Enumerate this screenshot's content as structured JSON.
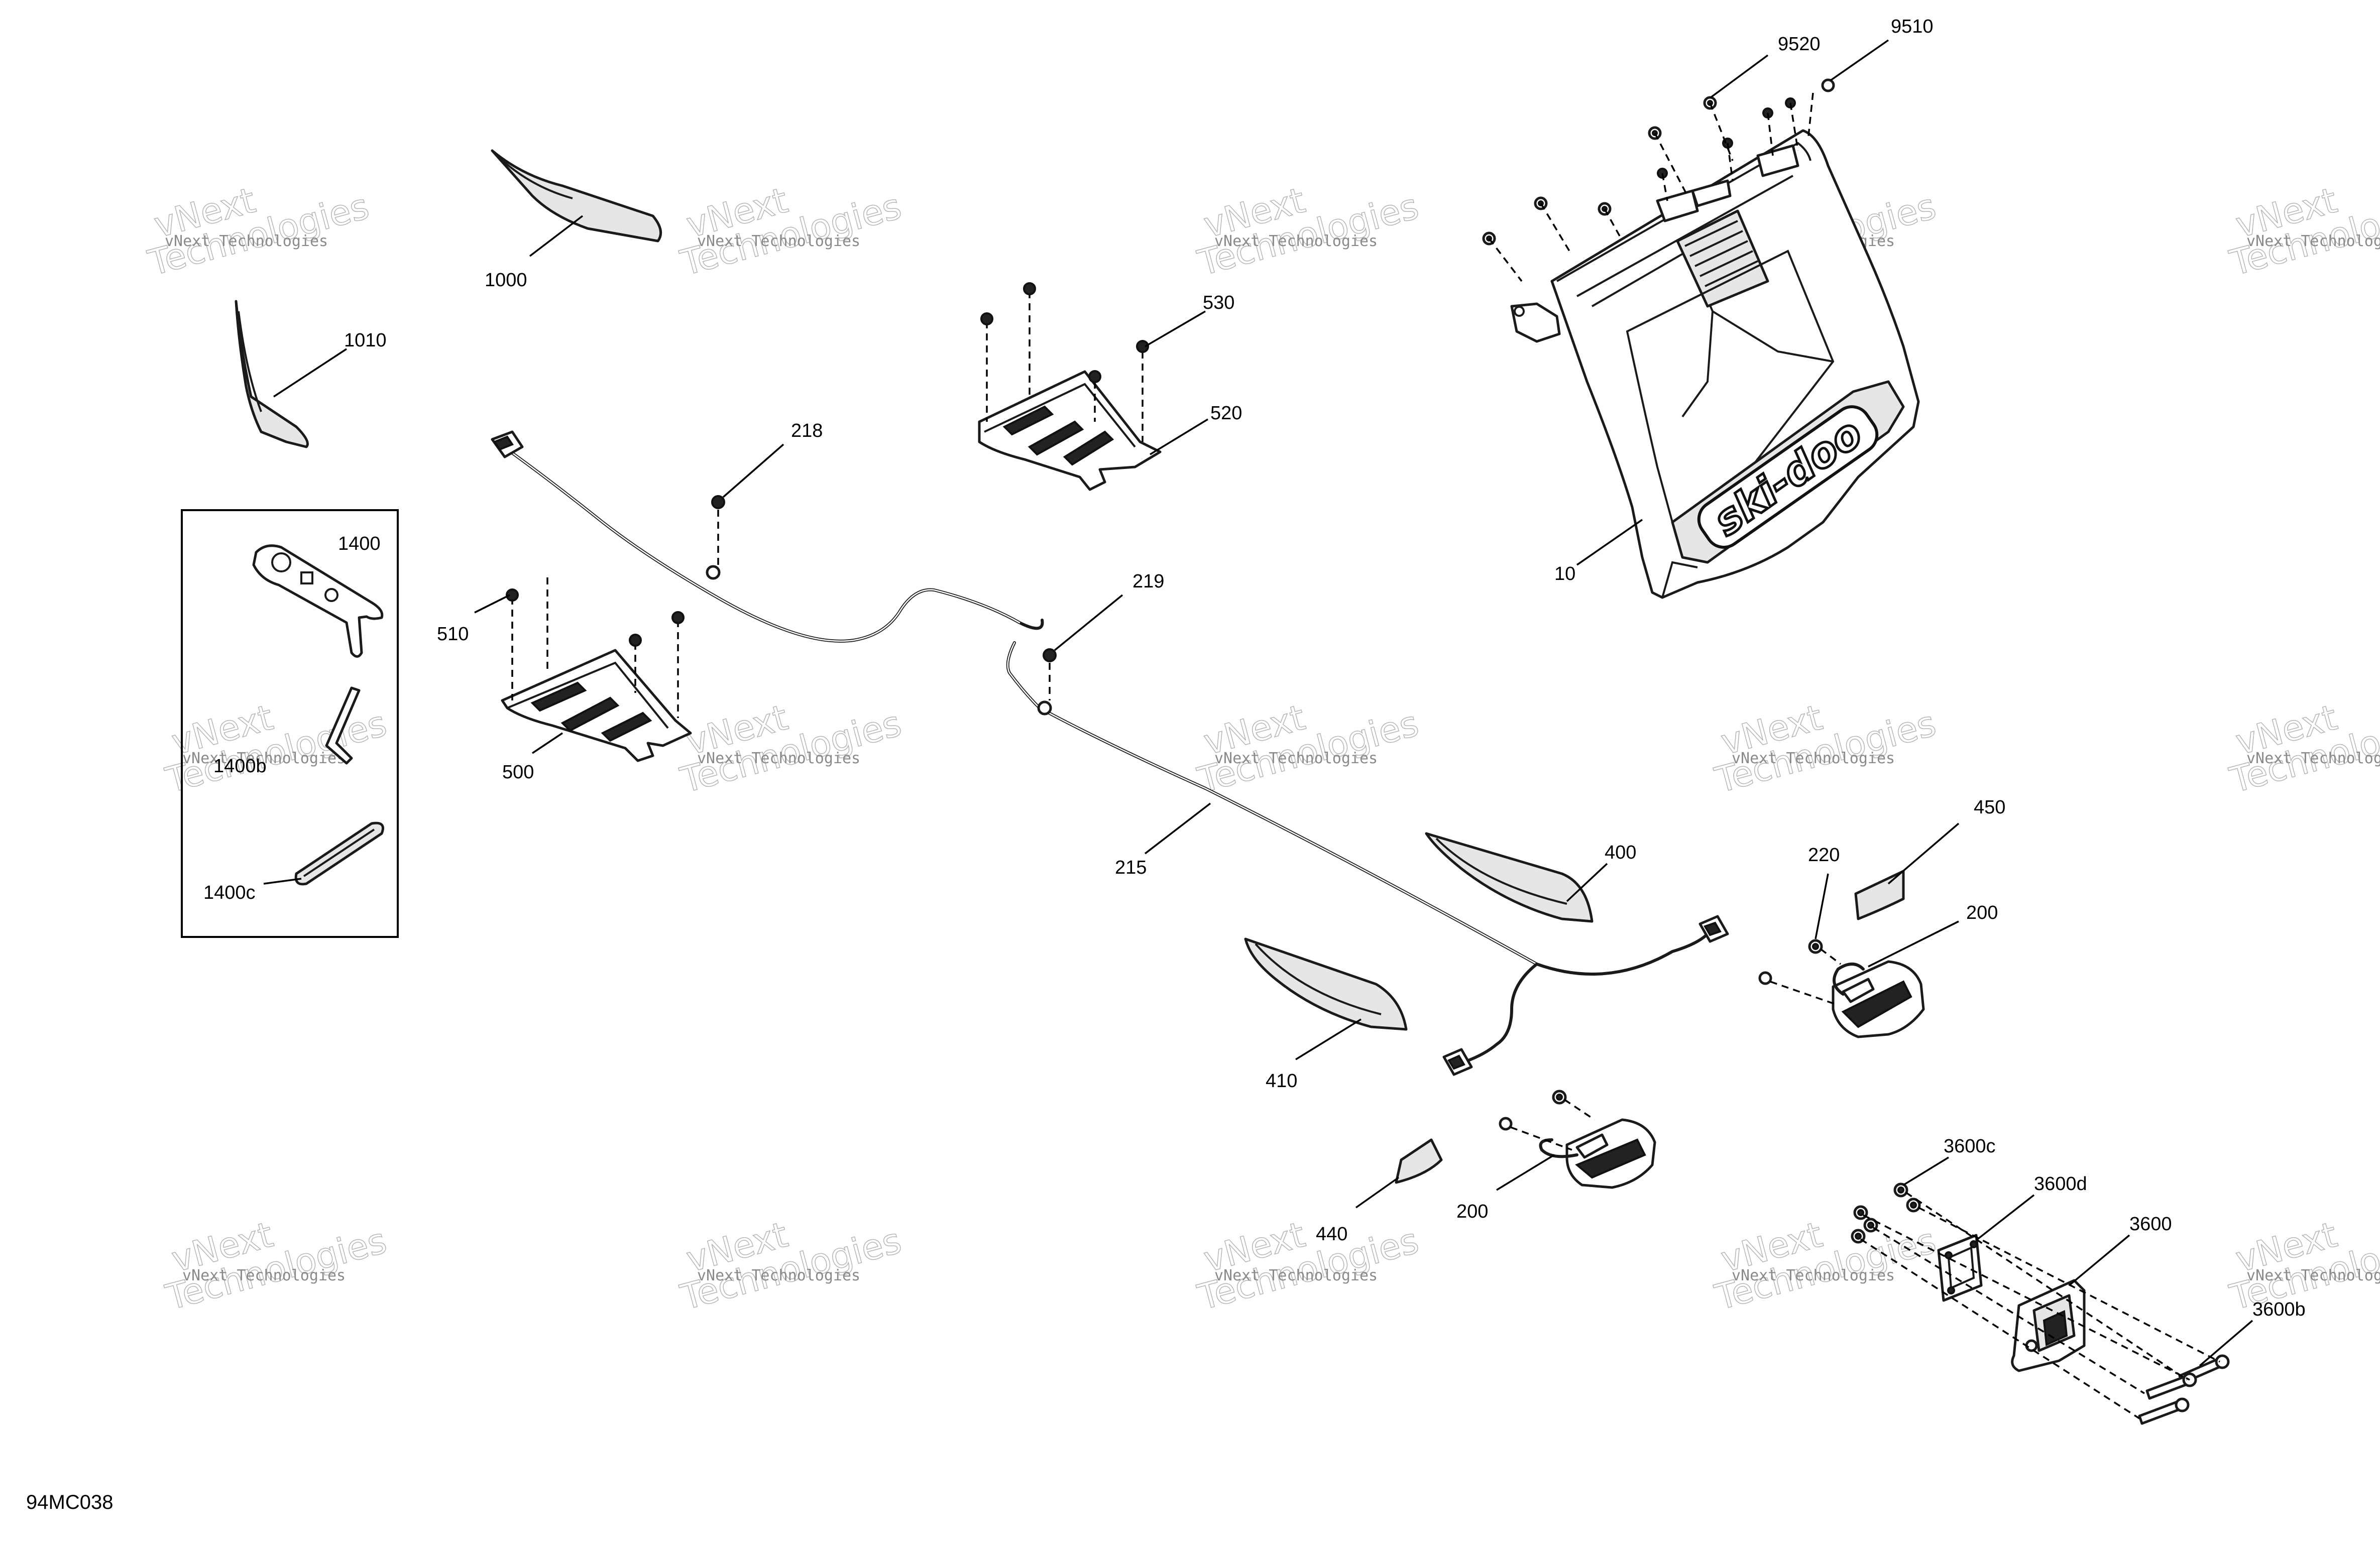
{
  "diagram": {
    "reference": "94MC038",
    "watermark": {
      "small": "vNext Technologies",
      "big": "vNext",
      "big2": "Technologies"
    },
    "callouts": {
      "c10": "10",
      "c200a": "200",
      "c200b": "200",
      "c215": "215",
      "c218": "218",
      "c219": "219",
      "c220": "220",
      "c400": "400",
      "c410": "410",
      "c440": "440",
      "c450": "450",
      "c500": "500",
      "c510": "510",
      "c520": "520",
      "c530": "530",
      "c1000": "1000",
      "c1010": "1010",
      "c1400": "1400",
      "c1400b": "1400b",
      "c1400c": "1400c",
      "c3600": "3600",
      "c3600b": "3600b",
      "c3600c": "3600c",
      "c3600d": "3600d",
      "c9510": "9510",
      "c9520": "9520"
    },
    "flap_logo": "ski-doo"
  }
}
